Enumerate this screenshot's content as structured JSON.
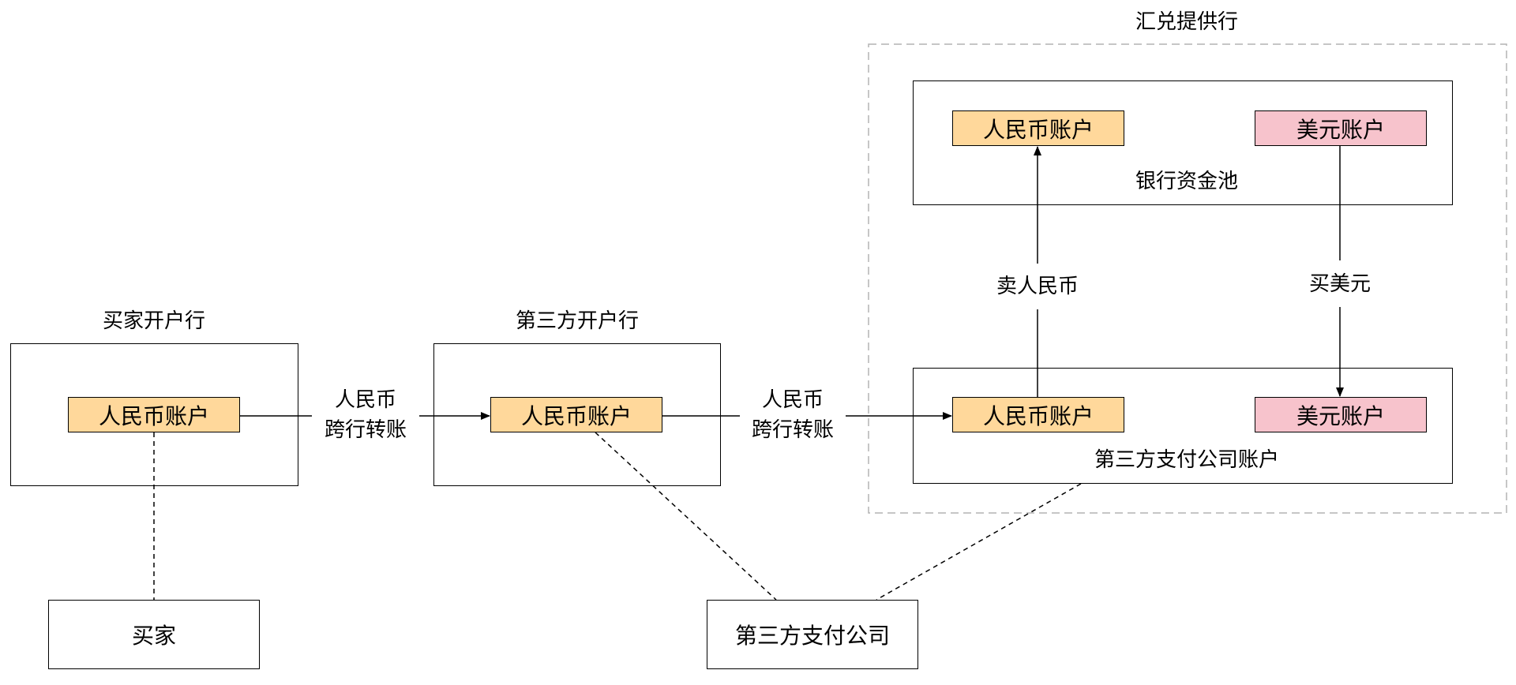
{
  "exchange_provider": {
    "title": "汇兑提供行",
    "bank_pool": {
      "label": "银行资金池",
      "cny_account": "人民币账户",
      "usd_account": "美元账户"
    },
    "third_party_account": {
      "label": "第三方支付公司账户",
      "cny_account": "人民币账户",
      "usd_account": "美元账户"
    }
  },
  "buyer_bank": {
    "title": "买家开户行",
    "cny_account": "人民币账户"
  },
  "third_party_bank": {
    "title": "第三方开户行",
    "cny_account": "人民币账户"
  },
  "flows": {
    "transfer_1": [
      "人民币",
      "跨行转账"
    ],
    "transfer_2": [
      "人民币",
      "跨行转账"
    ],
    "sell_cny": "卖人民币",
    "buy_usd": "买美元"
  },
  "entities": {
    "buyer": "买家",
    "third_party_company": "第三方支付公司"
  },
  "colors": {
    "cny_fill": "#ffd89b",
    "usd_fill": "#f7c3cc",
    "dashed_border": "#b3b3b3"
  }
}
